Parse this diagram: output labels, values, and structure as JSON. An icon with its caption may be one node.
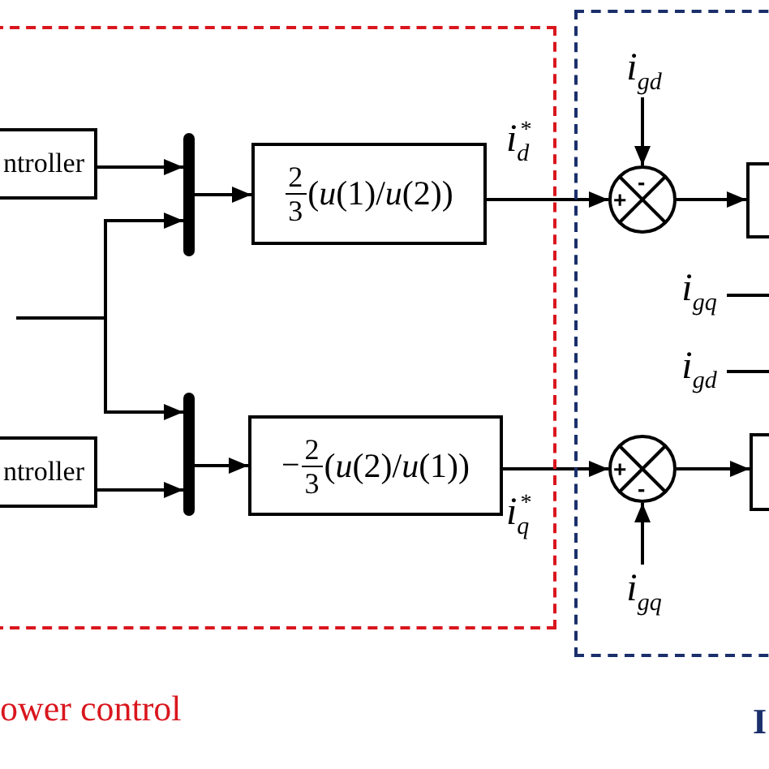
{
  "diagram": {
    "nodes": [
      {
        "text": [
          "ower control"
        ]
      },
      {
        "text": [
          "I"
        ]
      },
      {
        "text": [
          "ntroller"
        ],
        "in": 0
      },
      {
        "text": [],
        "shape": "bar",
        "in": 0
      },
      {
        "text": [
          "2",
          "3",
          "(*u*(1)/*u*(2))"
        ],
        "in": 0
      },
      {
        "text": [
          "ntroller"
        ],
        "in": 0
      },
      {
        "text": [],
        "shape": "bar",
        "in": 0
      },
      {
        "text": [
          "−",
          "2",
          "3",
          "(*u*(2)/*u*(1))"
        ],
        "in": 0
      },
      {
        "text": [
          "+",
          "-"
        ],
        "in": 1
      },
      {
        "text": [
          "+",
          "-"
        ],
        "in": 1
      },
      {
        "text": [
          "i$_{gd}$"
        ],
        "in": 1
      },
      {
        "text": [
          "i$_{gq}$"
        ],
        "in": 1
      },
      {
        "text": [],
        "shape": "box",
        "in": 1
      },
      {
        "text": [],
        "shape": "box",
        "in": 1
      },
      {
        "text": [
          "i$_{gq}$"
        ],
        "in": 1
      },
      {
        "text": [
          "i$_{gd}$"
        ],
        "in": 1
      }
    ],
    "edges": [
      {
        "from": 2,
        "to": 3,
        "arrow": "to"
      },
      {
        "from": null,
        "to": 3,
        "arrow": "to"
      },
      {
        "from": null,
        "to": 6,
        "arrow": "to"
      },
      {
        "from": 5,
        "to": 6,
        "arrow": "to"
      },
      {
        "from": 3,
        "to": 4,
        "arrow": "to"
      },
      {
        "from": 6,
        "to": 7,
        "arrow": "to"
      },
      {
        "from": 4,
        "to": 8,
        "arrow": "to",
        "label": "i$_{d}$$^{*}$"
      },
      {
        "from": 7,
        "to": 9,
        "arrow": "to",
        "label": "i$_{q}$$^{*}$"
      },
      {
        "from": 10,
        "to": 8,
        "arrow": "to"
      },
      {
        "from": 11,
        "to": 9,
        "arrow": "to"
      },
      {
        "from": 8,
        "to": 12,
        "arrow": "to"
      },
      {
        "from": 9,
        "to": 13,
        "arrow": "to"
      },
      {
        "from": 14,
        "to": null,
        "arrow": "none"
      },
      {
        "from": 15,
        "to": null,
        "arrow": "none"
      }
    ]
  }
}
